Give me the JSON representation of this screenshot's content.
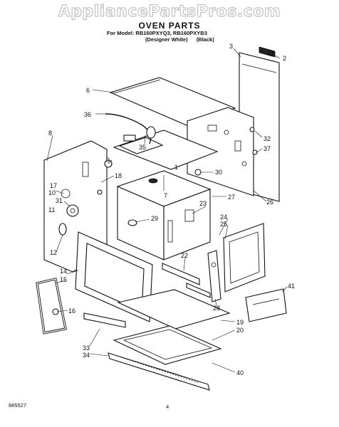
{
  "watermark": "AppliancePartsPros.com",
  "title": "OVEN PARTS",
  "model_line": "For Model: RB160PXYQ3, RB160PXYB3",
  "variants": [
    "(Designer White)",
    "(Black)"
  ],
  "doc_number": "885527",
  "page_number": "4",
  "callouts": [
    "2",
    "3",
    "6",
    "36",
    "32",
    "37",
    "8",
    "35",
    "9",
    "30",
    "18",
    "17",
    "10",
    "31",
    "11",
    "7",
    "27",
    "26",
    "12",
    "29",
    "23",
    "24",
    "25",
    "22",
    "14",
    "15",
    "16",
    "28",
    "41",
    "19",
    "20",
    "33",
    "34",
    "40",
    "1"
  ]
}
